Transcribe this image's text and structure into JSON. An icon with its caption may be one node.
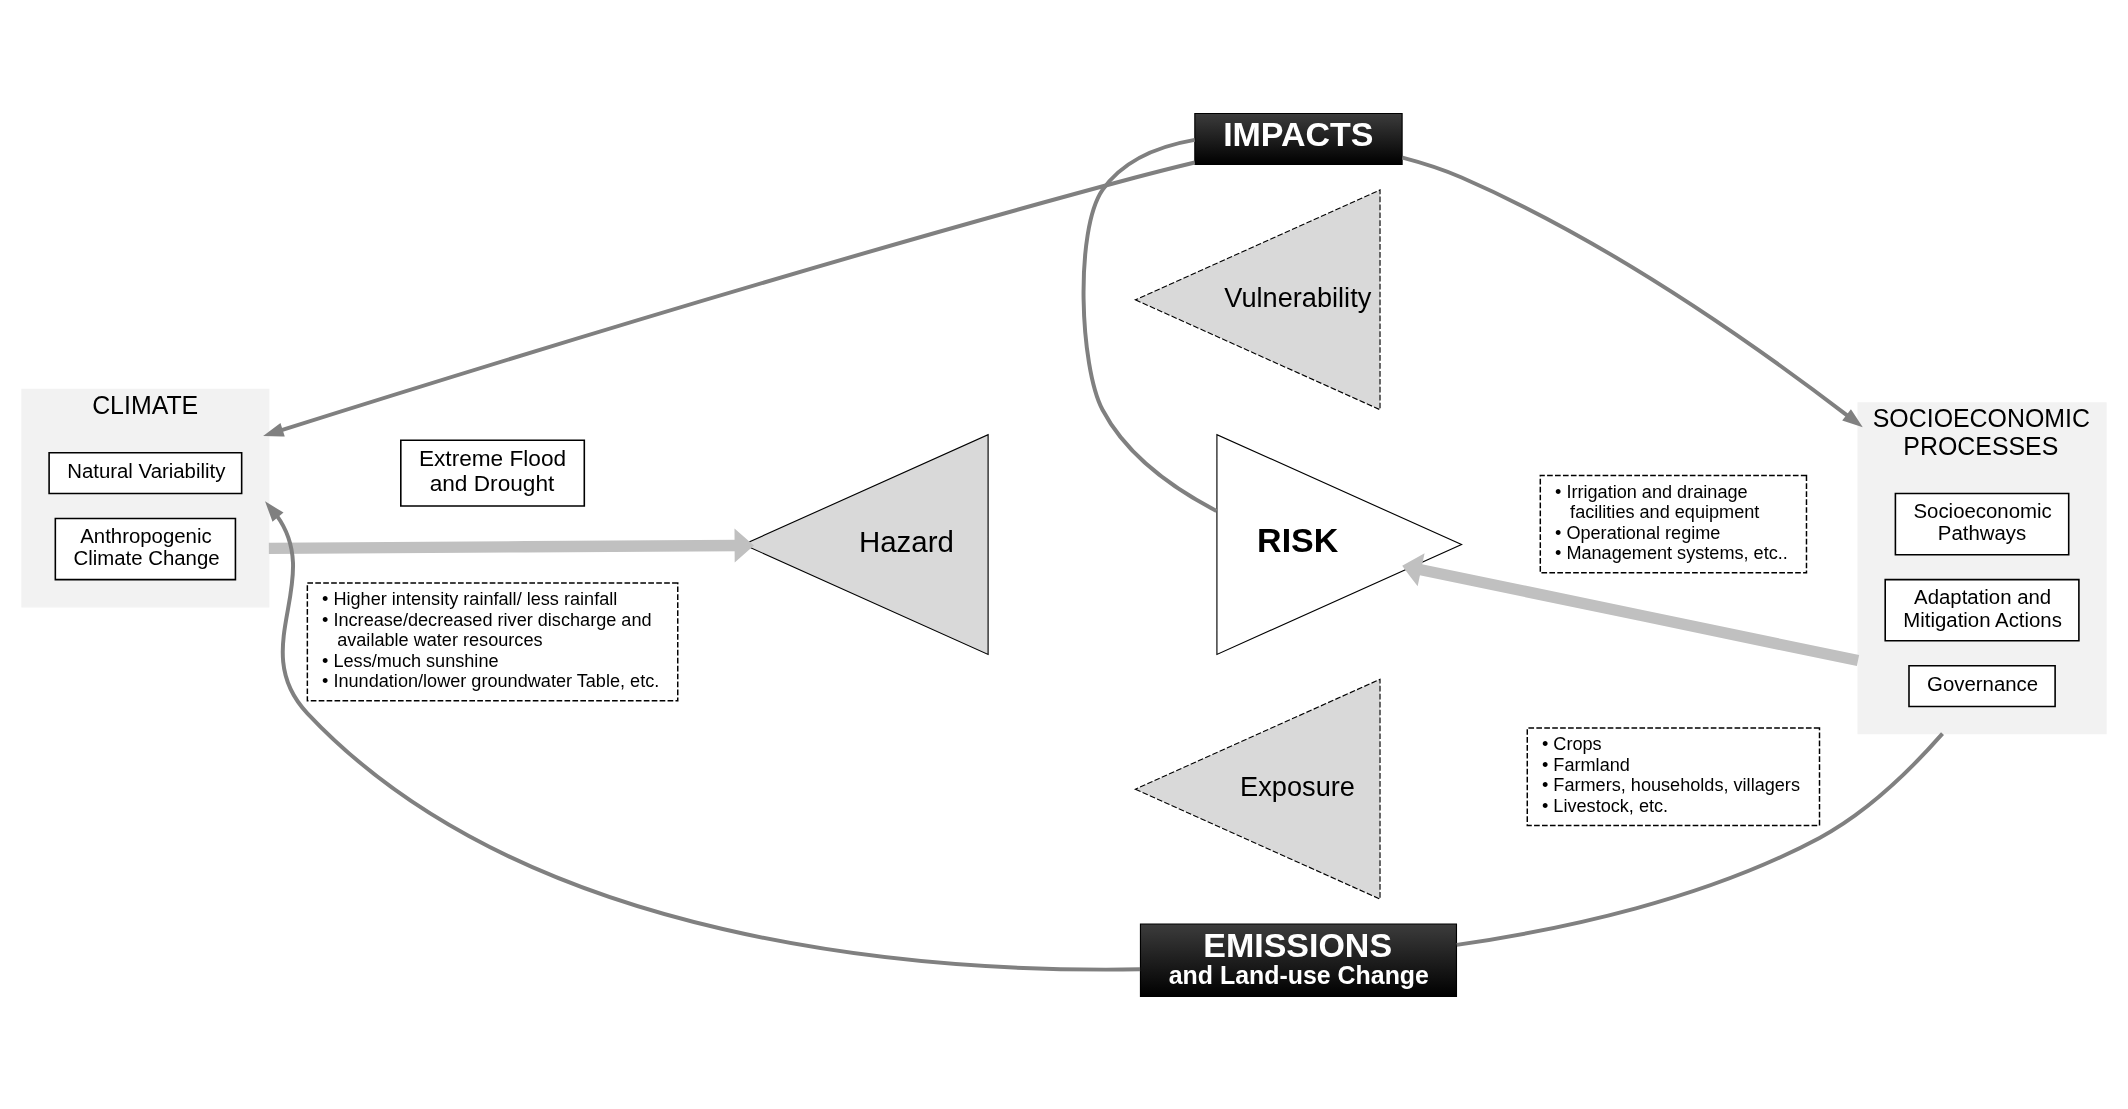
{
  "diagram": {
    "nodes": [
      {
        "text": [
          "IMPACTS"
        ]
      },
      {
        "text": [
          "CLIMATE"
        ]
      },
      {
        "text": [
          "Natural Variability"
        ],
        "in": 1
      },
      {
        "text": [
          "Anthropogenic Climate Change"
        ],
        "in": 1
      },
      {
        "text": [
          "Extreme Flood and Drought"
        ]
      },
      {
        "text": [
          "Hazard"
        ]
      },
      {
        "text": [
          "Vulnerability"
        ]
      },
      {
        "text": [
          "RISK"
        ]
      },
      {
        "text": [
          "Exposure"
        ]
      },
      {
        "text": [
          "• Higher intensity rainfall/ less rainfall",
          "• Increase/decreased river discharge and available water resources",
          "• Less/much sunshine",
          "• Inundation/lower groundwater Table, etc."
        ]
      },
      {
        "text": [
          "• Irrigation and drainage facilities and equipment",
          "• Operational regime",
          "• Management systems, etc.."
        ]
      },
      {
        "text": [
          "• Crops",
          "• Farmland",
          "• Farmers, households, villagers",
          "• Livestock, etc."
        ]
      },
      {
        "text": [
          "SOCIOECONOMIC PROCESSES"
        ]
      },
      {
        "text": [
          "Socioeconomic Pathways"
        ],
        "in": 12
      },
      {
        "text": [
          "Adaptation and Mitigation Actions"
        ],
        "in": 12
      },
      {
        "text": [
          "Governance"
        ],
        "in": 12
      },
      {
        "text": [
          "EMISSIONS",
          "and Land-use Change"
        ]
      }
    ],
    "edges": [
      {
        "from": 0,
        "to": 1,
        "arrow": "to"
      },
      {
        "from": 0,
        "to": 12,
        "arrow": "to"
      },
      {
        "from": 0,
        "to": 7,
        "arrow": "none"
      },
      {
        "from": 12,
        "to": 16,
        "arrow": "none"
      },
      {
        "from": 16,
        "to": 1,
        "arrow": "to"
      },
      {
        "from": 1,
        "to": 5,
        "arrow": "to",
        "style": "thick",
        "color": "#c0c0c0"
      },
      {
        "from": 12,
        "to": 7,
        "arrow": "to",
        "style": "thick",
        "color": "#c0c0c0"
      }
    ]
  }
}
